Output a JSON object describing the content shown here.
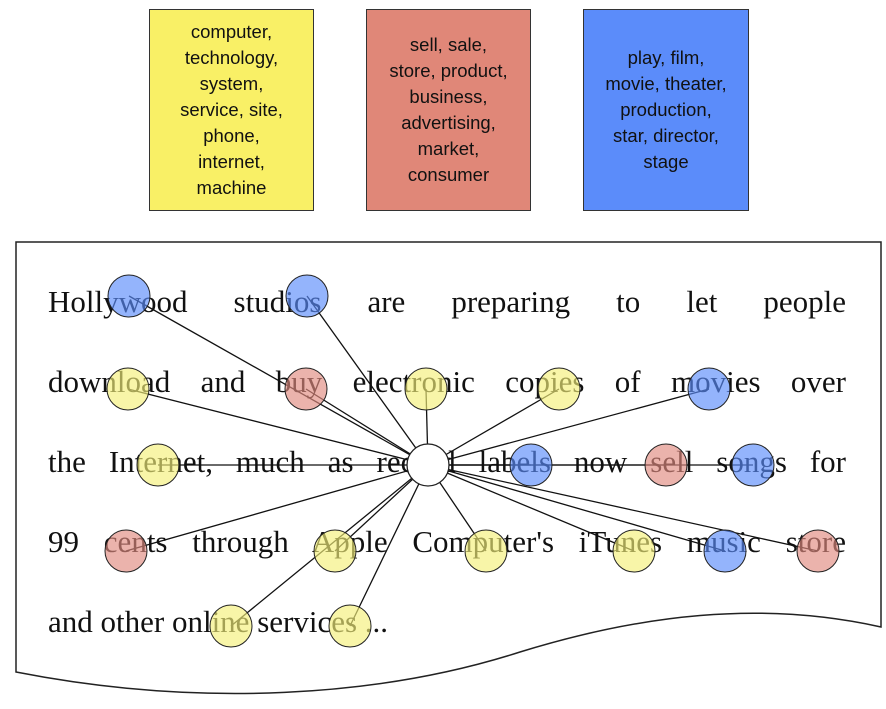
{
  "topics": [
    {
      "id": "tech",
      "color": "#f9f066",
      "words": "computer,\ntechnology,\nsystem,\nservice, site,\nphone,\ninternet,\nmachine"
    },
    {
      "id": "commerce",
      "color": "#e08778",
      "words": "sell, sale,\nstore, product,\nbusiness,\nadvertising,\nmarket,\nconsumer"
    },
    {
      "id": "film",
      "color": "#5b8cfa",
      "words": "play, film,\nmovie, theater,\nproduction,\nstar, director,\nstage"
    }
  ],
  "document": {
    "lines": [
      "Hollywood studios are preparing to let people",
      "download and buy electronic copies of movies over",
      "the Internet, much as record labels now sell songs for",
      "99 cents through Apple Computer's iTunes music store",
      "and other online services ..."
    ]
  },
  "topic_colors": {
    "tech": "#f5f07a",
    "commerce": "#e08a80",
    "film": "#5b8cfa"
  }
}
